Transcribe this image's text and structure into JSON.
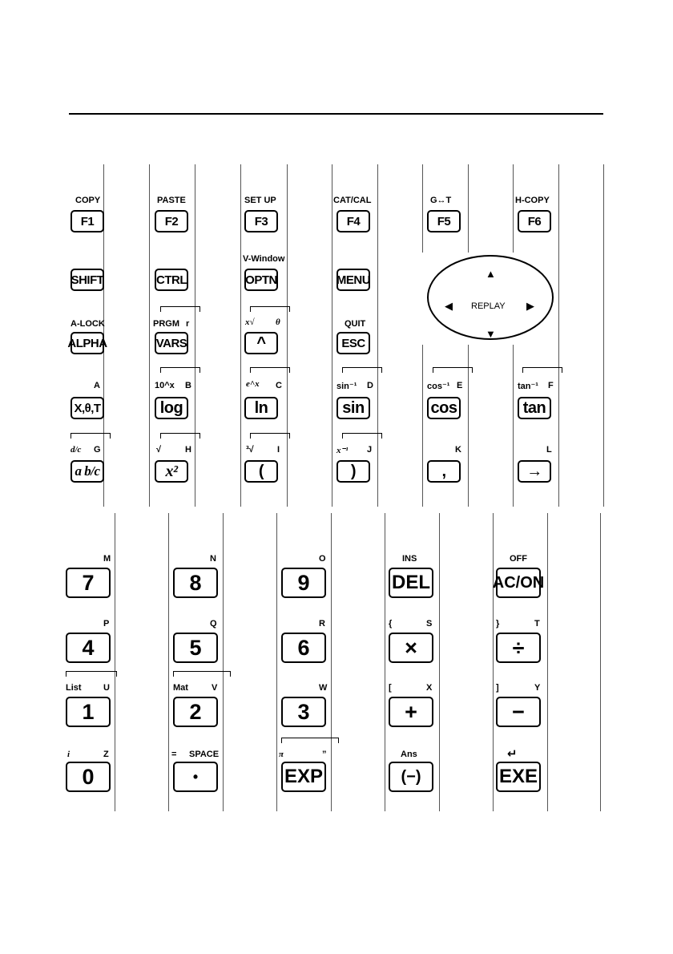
{
  "fkeys": [
    {
      "key": "F1",
      "label": "COPY"
    },
    {
      "key": "F2",
      "label": "PASTE"
    },
    {
      "key": "F3",
      "label": "SET UP"
    },
    {
      "key": "F4",
      "label": "CAT/CAL"
    },
    {
      "key": "F5",
      "label": "G↔T"
    },
    {
      "key": "F6",
      "label": "H-COPY"
    }
  ],
  "row2": [
    {
      "key": "SHIFT",
      "label": ""
    },
    {
      "key": "CTRL",
      "label": ""
    },
    {
      "key": "OPTN",
      "label": "V-Window"
    },
    {
      "key": "MENU",
      "label": ""
    }
  ],
  "row3": [
    {
      "key": "ALPHA",
      "label": "A-LOCK",
      "alpha": ""
    },
    {
      "key": "VARS",
      "label": "PRGM",
      "alpha": "r"
    },
    {
      "key": "^",
      "label": "x√",
      "alpha": "θ"
    },
    {
      "key": "ESC",
      "label": "QUIT",
      "alpha": ""
    }
  ],
  "row4": [
    {
      "key": "X,θ,T",
      "label": "",
      "alpha": "A"
    },
    {
      "key": "log",
      "label": "10^x",
      "alpha": "B"
    },
    {
      "key": "ln",
      "label": "e^x",
      "alpha": "C"
    },
    {
      "key": "sin",
      "label": "sin⁻¹",
      "alpha": "D"
    },
    {
      "key": "cos",
      "label": "cos⁻¹",
      "alpha": "E"
    },
    {
      "key": "tan",
      "label": "tan⁻¹",
      "alpha": "F"
    }
  ],
  "row5": [
    {
      "key": "a b/c",
      "label": "d/c",
      "alpha": "G"
    },
    {
      "key": "x²",
      "label": "√",
      "alpha": "H"
    },
    {
      "key": "(",
      "label": "³√",
      "alpha": "I"
    },
    {
      "key": ")",
      "label": "x⁻¹",
      "alpha": "J"
    },
    {
      "key": ",",
      "label": "",
      "alpha": "K"
    },
    {
      "key": "→",
      "label": "",
      "alpha": "L"
    }
  ],
  "replay": {
    "label": "REPLAY",
    "up": "▲",
    "down": "▼",
    "left": "◀",
    "right": "▶"
  },
  "num": [
    [
      {
        "key": "7",
        "label": "",
        "alpha": "M"
      },
      {
        "key": "8",
        "label": "",
        "alpha": "N"
      },
      {
        "key": "9",
        "label": "",
        "alpha": "O"
      },
      {
        "key": "DEL",
        "label": "INS",
        "alpha": ""
      },
      {
        "key": "AC/ON",
        "label": "OFF",
        "alpha": ""
      }
    ],
    [
      {
        "key": "4",
        "label": "",
        "alpha": "P"
      },
      {
        "key": "5",
        "label": "",
        "alpha": "Q"
      },
      {
        "key": "6",
        "label": "",
        "alpha": "R"
      },
      {
        "key": "×",
        "label": "{",
        "alpha": "S"
      },
      {
        "key": "÷",
        "label": "}",
        "alpha": "T"
      }
    ],
    [
      {
        "key": "1",
        "label": "List",
        "alpha": "U"
      },
      {
        "key": "2",
        "label": "Mat",
        "alpha": "V"
      },
      {
        "key": "3",
        "label": "",
        "alpha": "W"
      },
      {
        "key": "+",
        "label": "[",
        "alpha": "X"
      },
      {
        "key": "−",
        "label": "]",
        "alpha": "Y"
      }
    ],
    [
      {
        "key": "0",
        "label": "i",
        "alpha": "Z"
      },
      {
        "key": "•",
        "label": "=",
        "alpha": "SPACE"
      },
      {
        "key": "EXP",
        "label": "π",
        "alpha": "”"
      },
      {
        "key": "(−)",
        "label": "Ans",
        "alpha": ""
      },
      {
        "key": "EXE",
        "label": "↵",
        "alpha": ""
      }
    ]
  ]
}
